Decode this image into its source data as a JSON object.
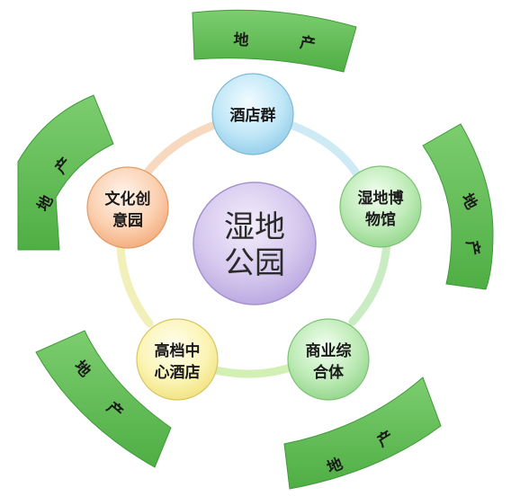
{
  "center": {
    "line1": "湿地",
    "line2": "公园"
  },
  "nodes": [
    {
      "line1": "酒店群",
      "line2": ""
    },
    {
      "line1": "湿地博",
      "line2": "物馆"
    },
    {
      "line1": "商业综",
      "line2": "合体"
    },
    {
      "line1": "高档中",
      "line2": "心酒店"
    },
    {
      "line1": "文化创",
      "line2": "意园"
    }
  ],
  "bands": [
    {
      "char1": "地",
      "char2": "产"
    },
    {
      "char1": "地",
      "char2": "产"
    },
    {
      "char1": "地",
      "char2": "产"
    },
    {
      "char1": "地",
      "char2": "产"
    },
    {
      "char1": "地",
      "char2": "产"
    }
  ],
  "colors": {
    "band": "#5dbb52",
    "band_edge": "#3f9a3a",
    "center": "#c9b8e6",
    "node_blue": "#9fd4ee",
    "node_green": "#9fdc9a",
    "node_yellow": "#fbf2a0",
    "node_orange": "#f9c39a"
  }
}
